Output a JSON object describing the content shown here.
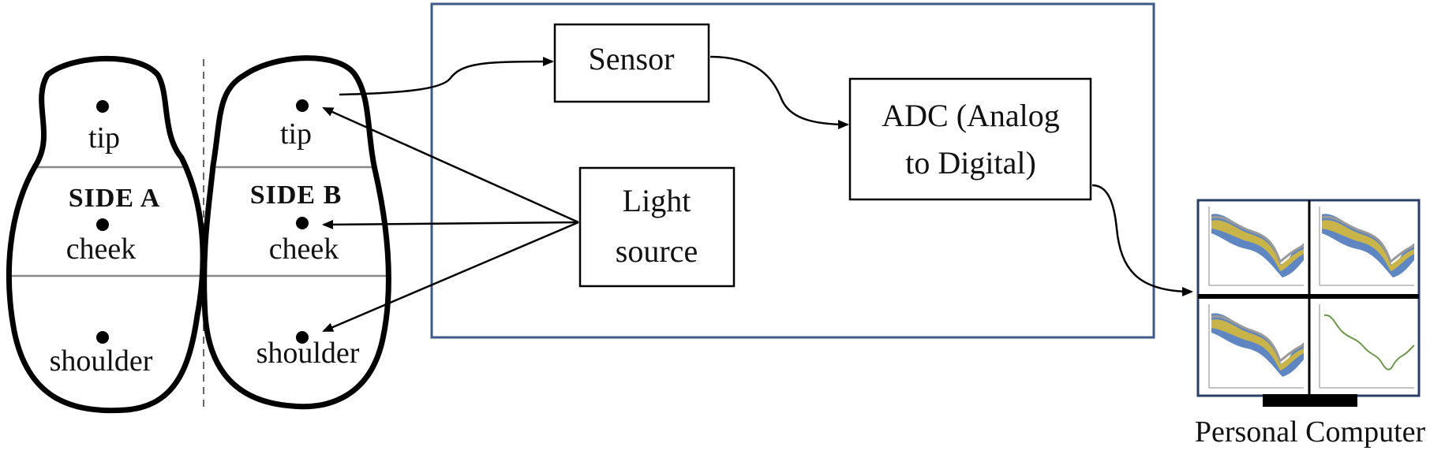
{
  "fruit": {
    "side_a": {
      "label": "SIDE A",
      "regions": {
        "tip": "tip",
        "cheek": "cheek",
        "shoulder": "shoulder"
      }
    },
    "side_b": {
      "label": "SIDE B",
      "regions": {
        "tip": "tip",
        "cheek": "cheek",
        "shoulder": "shoulder"
      }
    }
  },
  "device": {
    "sensor_label": "Sensor",
    "light_source_label": [
      "Light",
      "source"
    ],
    "adc_label": [
      "ADC (Analog",
      "to Digital)"
    ]
  },
  "computer": {
    "label": "Personal Computer"
  },
  "colors": {
    "device_frame": "#3d5a8a",
    "outline": "#000000",
    "divider": "#888888",
    "plot_band_yellow": "#c9b44a",
    "plot_band_blue": "#5e86c2",
    "plot_band_grey": "#9a9a9a",
    "plot_line_green": "#6a9a4a"
  }
}
